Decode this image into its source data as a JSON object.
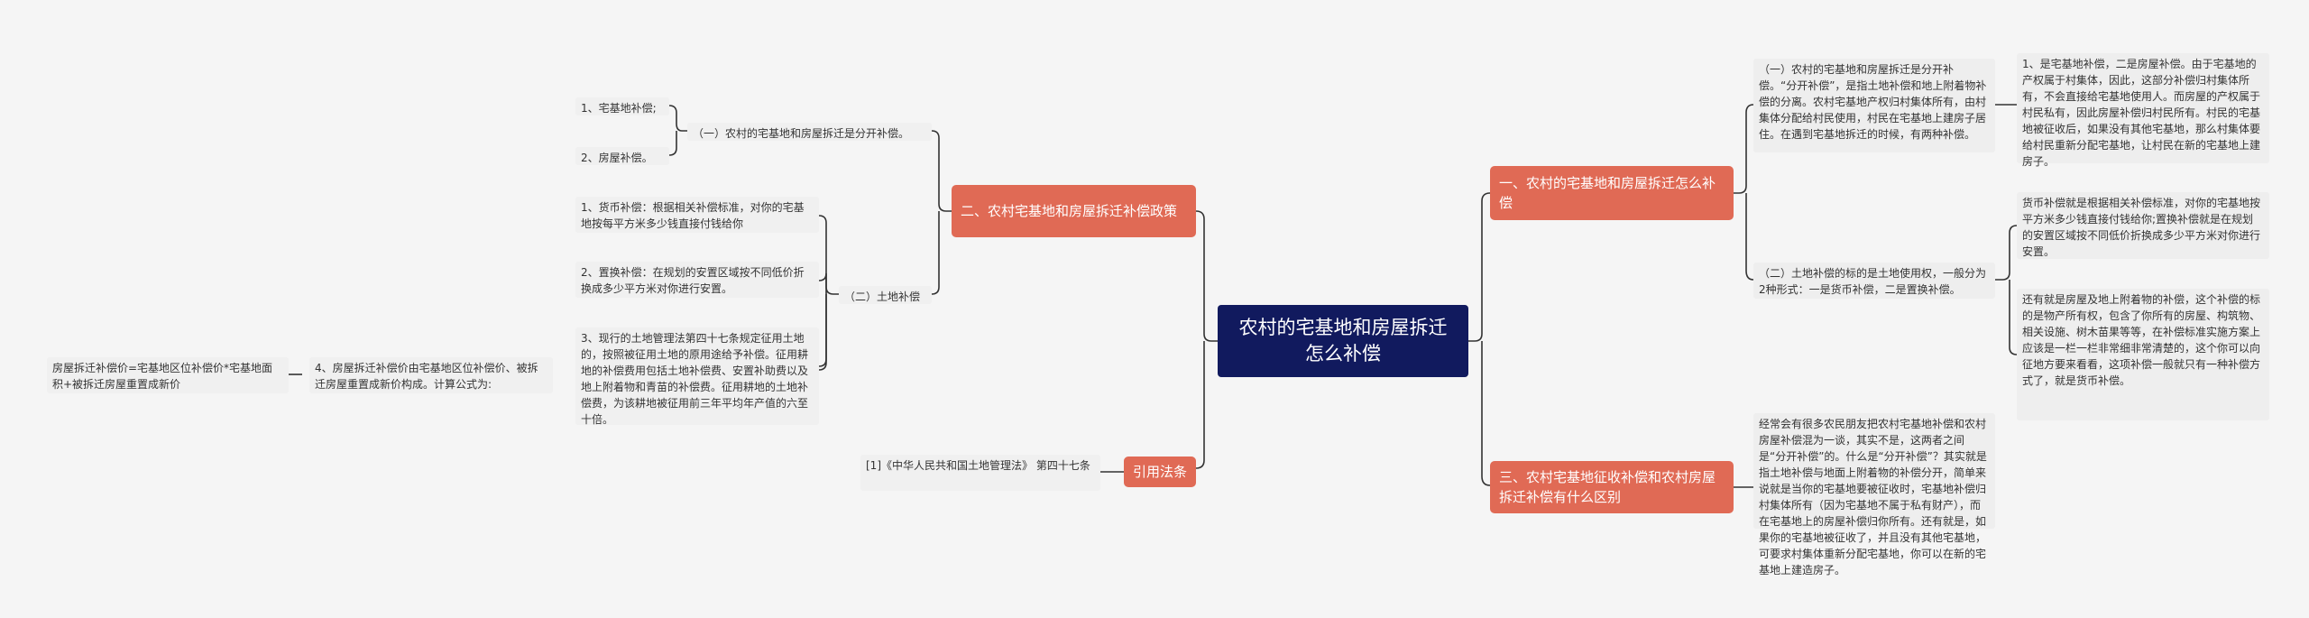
{
  "root": "农村的宅基地和房屋拆迁怎么补偿",
  "right": {
    "b1": {
      "label": "一、农村的宅基地和房屋拆迁怎么补偿",
      "sub1": "（一）农村的宅基地和房屋拆迁是分开补偿。“分开补偿”，是指土地补偿和地上附着物补偿的分离。农村宅基地产权归村集体所有，由村集体分配给村民使用，村民在宅基地上建房子居住。在遇到宅基地拆迁的时候，有两种补偿。",
      "sub1_detail": "1、是宅基地补偿，二是房屋补偿。由于宅基地的产权属于村集体，因此，这部分补偿归村集体所有，不会直接给宅基地使用人。而房屋的产权属于村民私有，因此房屋补偿归村民所有。村民的宅基地被征收后，如果没有其他宅基地，那么村集体要给村民重新分配宅基地，让村民在新的宅基地上建房子。",
      "sub2": "（二）土地补偿的标的是土地使用权，一般分为2种形式：一是货币补偿，二是置换补偿。",
      "sub2_detail1": "货币补偿就是根据相关补偿标准，对你的宅基地按平方米多少钱直接付钱给你;置换补偿就是在规划的安置区域按不同低价折换成多少平方米对你进行安置。",
      "sub2_detail2": "还有就是房屋及地上附着物的补偿，这个补偿的标的是物产所有权，包含了你所有的房屋、构筑物、相关设施、树木苗果等等，在补偿标准实施方案上应该是一栏一栏非常细非常清楚的，这个你可以向征地方要来看看，这项补偿一般就只有一种补偿方式了，就是货币补偿。"
    },
    "b3": {
      "label": "三、农村宅基地征收补偿和农村房屋拆迁补偿有什么区别",
      "detail": "经常会有很多农民朋友把农村宅基地补偿和农村房屋补偿混为一谈，其实不是，这两者之间是“分开补偿”的。什么是“分开补偿”？其实就是指土地补偿与地面上附着物的补偿分开，简单来说就是当你的宅基地要被征收时，宅基地补偿归村集体所有（因为宅基地不属于私有财产），而在宅基地上的房屋补偿归你所有。还有就是，如果你的宅基地被征收了，并且没有其他宅基地，可要求村集体重新分配宅基地，你可以在新的宅基地上建造房子。"
    }
  },
  "left": {
    "b2": {
      "label": "二、农村宅基地和房屋拆迁补偿政策",
      "sub1": "（一）农村的宅基地和房屋拆迁是分开补偿。",
      "sub1_item1": "1、宅基地补偿;",
      "sub1_item2": "2、房屋补偿。",
      "sub2": "（二）土地补偿",
      "sub2_item1": "1、货币补偿：根据相关补偿标准，对你的宅基地按每平方米多少钱直接付钱给你",
      "sub2_item2": "2、置换补偿：在规划的安置区域按不同低价折换成多少平方米对你进行安置。",
      "sub2_item3": "3、现行的土地管理法第四十七条规定征用土地的，按照被征用土地的原用途给予补偿。征用耕地的补偿费用包括土地补偿费、安置补助费以及地上附着物和青苗的补偿费。征用耕地的土地补偿费，为该耕地被征用前三年平均年产值的六至十倍。",
      "sub2_item4": "4、房屋拆迁补偿价由宅基地区位补偿价、被拆迁房屋重置成新价构成。计算公式为:",
      "sub2_item4_detail": "房屋拆迁补偿价=宅基地区位补偿价*宅基地面积+被拆迁房屋重置成新价"
    },
    "b4": {
      "label": "引用法条",
      "detail": "[1]《中华人民共和国土地管理法》 第四十七条"
    }
  },
  "colors": {
    "root": "#111a5e",
    "branch": "#e06a55",
    "line": "#333333"
  }
}
